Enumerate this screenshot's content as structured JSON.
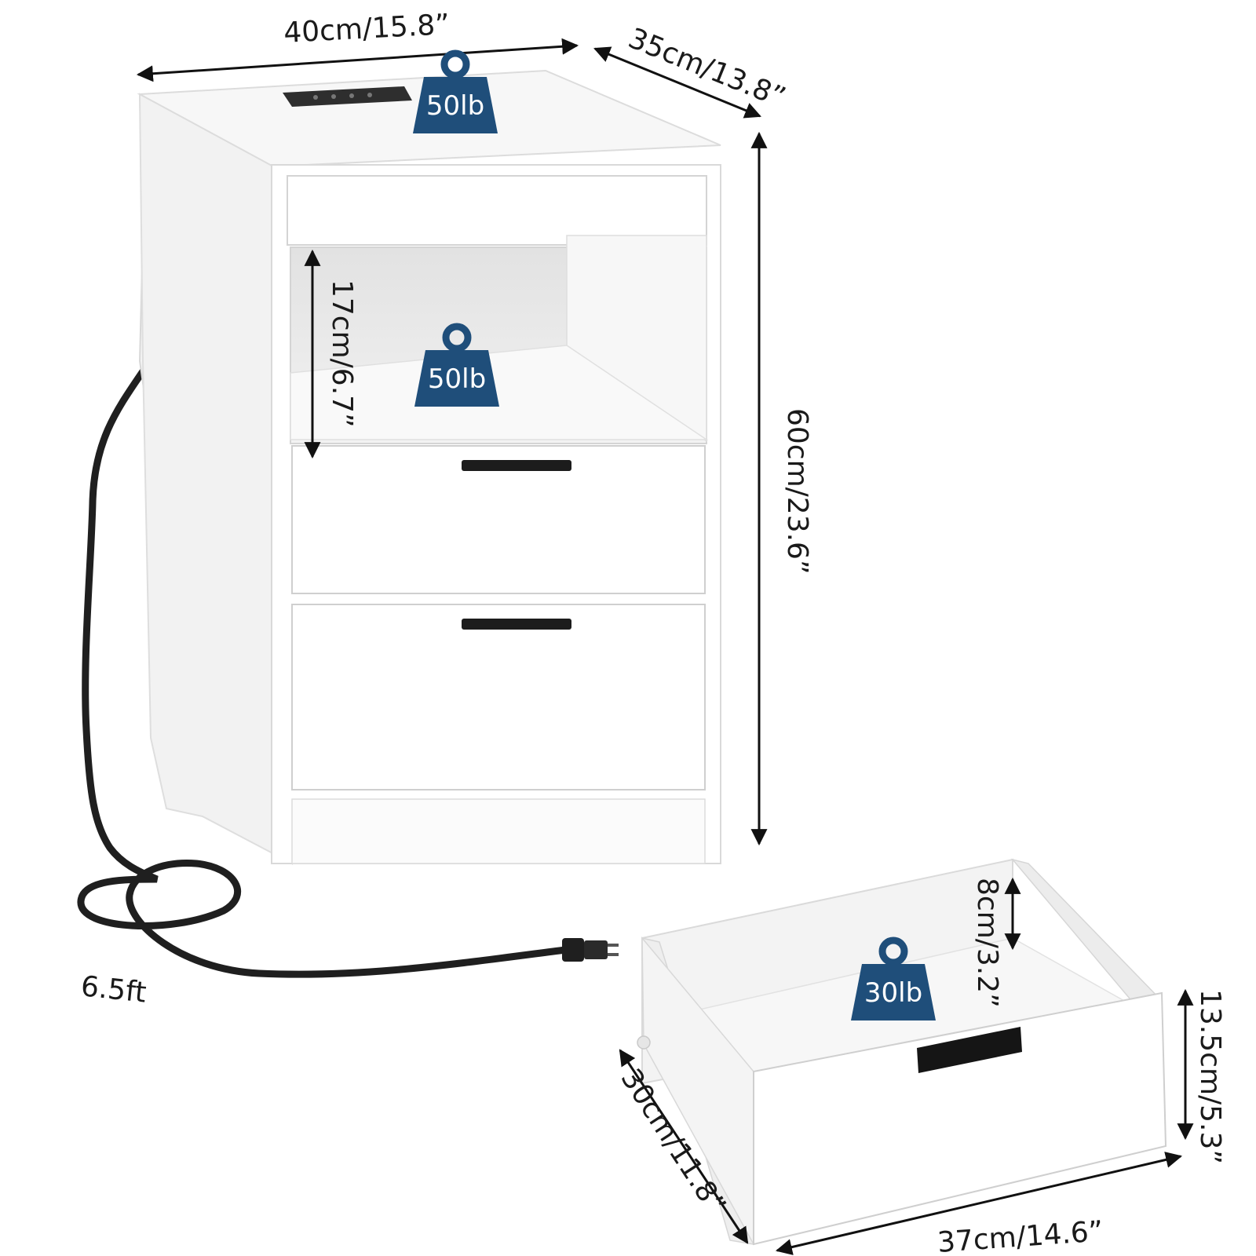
{
  "colors": {
    "badge": "#1f4e7a",
    "cabinet_white": "#ffffff",
    "panel_shade": "#e9e9e9",
    "handle_black": "#1c1c1c",
    "cord_black": "#1f1f1f"
  },
  "dimensions": {
    "width": "40cm/15.8”",
    "depth": "35cm/13.8”",
    "height": "60cm/23.6”",
    "shelf_height": "17cm/6.7”",
    "cord_length": "6.5ft",
    "drawer_inner_height": "8cm/3.2”",
    "drawer_height": "13.5cm/5.3”",
    "drawer_depth": "30cm/11.8”",
    "drawer_width": "37cm/14.6”"
  },
  "weights": {
    "top": "50lb",
    "shelf": "50lb",
    "drawer": "30lb"
  },
  "icons": {
    "weight": "kettlebell-weight-icon",
    "plug": "power-plug-icon",
    "outlet": "power-strip-icon"
  }
}
